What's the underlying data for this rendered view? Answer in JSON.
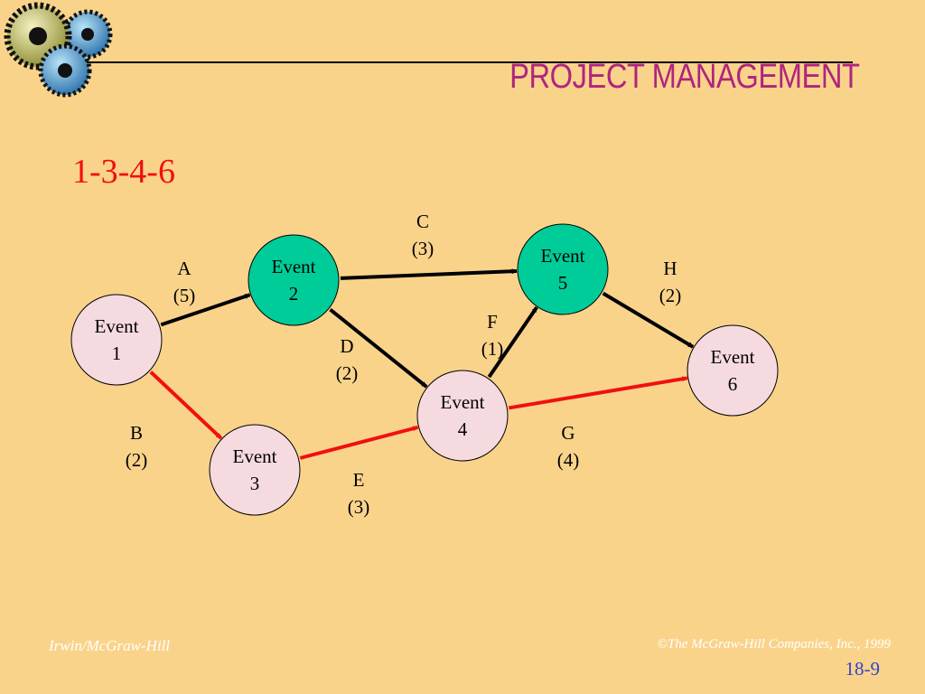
{
  "header": {
    "title": "PROJECT MANAGEMENT"
  },
  "path_label": "1-3-4-6",
  "colors": {
    "background": "#FAD38B",
    "title": "#B0247E",
    "critical_path": "#F01010",
    "highlight_node": "#00CC99",
    "normal_node": "#F5DADF",
    "page_number": "#3344CC"
  },
  "diagram": {
    "nodes": [
      {
        "id": "1",
        "line1": "Event",
        "line2": "1",
        "style": "normal"
      },
      {
        "id": "2",
        "line1": "Event",
        "line2": "2",
        "style": "highlight"
      },
      {
        "id": "3",
        "line1": "Event",
        "line2": "3",
        "style": "normal"
      },
      {
        "id": "4",
        "line1": "Event",
        "line2": "4",
        "style": "normal"
      },
      {
        "id": "5",
        "line1": "Event",
        "line2": "5",
        "style": "highlight"
      },
      {
        "id": "6",
        "line1": "Event",
        "line2": "6",
        "style": "normal"
      }
    ],
    "activities": [
      {
        "name": "A",
        "duration": "(5)",
        "from": "1",
        "to": "2",
        "critical": false
      },
      {
        "name": "B",
        "duration": "(2)",
        "from": "1",
        "to": "3",
        "critical": true
      },
      {
        "name": "C",
        "duration": "(3)",
        "from": "2",
        "to": "5",
        "critical": false
      },
      {
        "name": "D",
        "duration": "(2)",
        "from": "2",
        "to": "4",
        "critical": false
      },
      {
        "name": "E",
        "duration": "(3)",
        "from": "3",
        "to": "4",
        "critical": true
      },
      {
        "name": "F",
        "duration": "(1)",
        "from": "4",
        "to": "5",
        "critical": false
      },
      {
        "name": "G",
        "duration": "(4)",
        "from": "4",
        "to": "6",
        "critical": true
      },
      {
        "name": "H",
        "duration": "(2)",
        "from": "5",
        "to": "6",
        "critical": false
      }
    ]
  },
  "footer": {
    "left": "Irwin/McGraw-Hill",
    "right": "©The McGraw-Hill Companies, Inc., 1999",
    "page": "18-9"
  }
}
